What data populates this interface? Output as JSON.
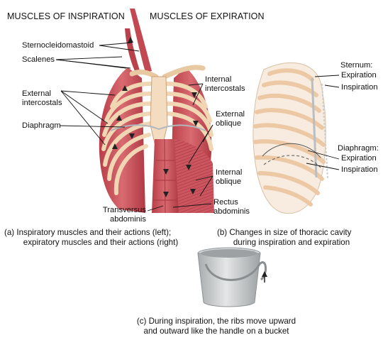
{
  "headers": {
    "left": "MUSCLES OF INSPIRATION",
    "right": "MUSCLES OF EXPIRATION"
  },
  "labels_left": {
    "sternocleidomastoid": "Sternocleidomastoid",
    "scalenes": "Scalenes",
    "external_intercostals_1": "External",
    "external_intercostals_2": "intercostals",
    "diaphragm": "Diaphragm"
  },
  "labels_right": {
    "internal_intercostals_1": "Internal",
    "internal_intercostals_2": "intercostals",
    "external_oblique_1": "External",
    "external_oblique_2": "oblique",
    "internal_oblique_1": "Internal",
    "internal_oblique_2": "oblique",
    "rectus_abdominis_1": "Rectus",
    "rectus_abdominis_2": "abdominis",
    "transversus_abdominis_1": "Transversus",
    "transversus_abdominis_2": "abdominis"
  },
  "labels_side_view": {
    "sternum": "Sternum:",
    "sternum_expiration": "Expiration",
    "sternum_inspiration": "Inspiration",
    "diaphragm": "Diaphragm:",
    "diaphragm_expiration": "Expiration",
    "diaphragm_inspiration": "Inspiration"
  },
  "captions": {
    "a_line1": "(a) Inspiratory muscles and their actions (left);",
    "a_line2": "expiratory muscles and their actions (right)",
    "b_line1": "(b) Changes in size of thoracic cavity",
    "b_line2": "during inspiration and expiration",
    "c_line1": "(c) During inspiration, the ribs move upward",
    "c_line2": "and outward like the handle on a bucket"
  },
  "colors": {
    "muscle": "#c8505a",
    "muscle_dark": "#a8363f",
    "bone": "#f1d6b4",
    "bone_outline": "#caa27c",
    "bucket": "#c9cccd",
    "leader": "#111111"
  }
}
